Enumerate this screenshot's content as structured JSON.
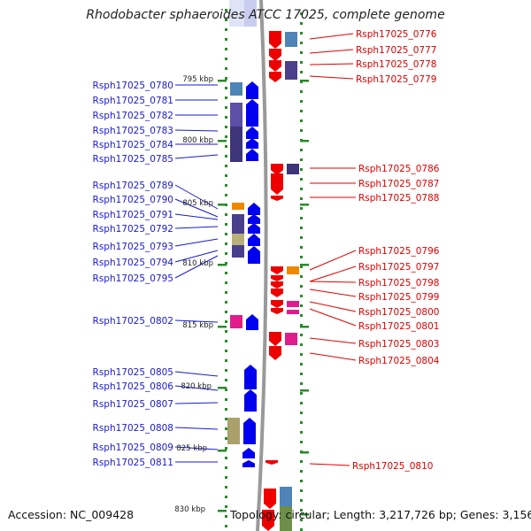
{
  "title": "Rhodobacter sphaeroides ATCC 17025, complete genome",
  "footer": {
    "accession": "Accession: NC_009428",
    "topology": "Topology: circular; Length: 3,217,726 bp; Genes: 3,156"
  },
  "colors": {
    "forward_strand": "#0000ee",
    "reverse_strand": "#ee0000",
    "forward_label": "#1a1ad0",
    "reverse_label": "#e00000",
    "backbone": "#999999",
    "tick": "#2a8a2a"
  },
  "scale_labels": [
    "795 kbp",
    "800 kbp",
    "805 kbp",
    "810 kbp",
    "815 kbp",
    "820 kbp",
    "825 kbp",
    "830 kbp"
  ],
  "left_genes": [
    "Rsph17025_0780",
    "Rsph17025_0781",
    "Rsph17025_0782",
    "Rsph17025_0783",
    "Rsph17025_0784",
    "Rsph17025_0785",
    "Rsph17025_0789",
    "Rsph17025_0790",
    "Rsph17025_0791",
    "Rsph17025_0792",
    "Rsph17025_0793",
    "Rsph17025_0794",
    "Rsph17025_0795",
    "Rsph17025_0802",
    "Rsph17025_0805",
    "Rsph17025_0806",
    "Rsph17025_0807",
    "Rsph17025_0808",
    "Rsph17025_0809",
    "Rsph17025_0811"
  ],
  "right_genes": [
    "Rsph17025_0776",
    "Rsph17025_0777",
    "Rsph17025_0778",
    "Rsph17025_0779",
    "Rsph17025_0786",
    "Rsph17025_0787",
    "Rsph17025_0788",
    "Rsph17025_0796",
    "Rsph17025_0797",
    "Rsph17025_0798",
    "Rsph17025_0799",
    "Rsph17025_0800",
    "Rsph17025_0801",
    "Rsph17025_0803",
    "Rsph17025_0804",
    "Rsph17025_0810"
  ]
}
